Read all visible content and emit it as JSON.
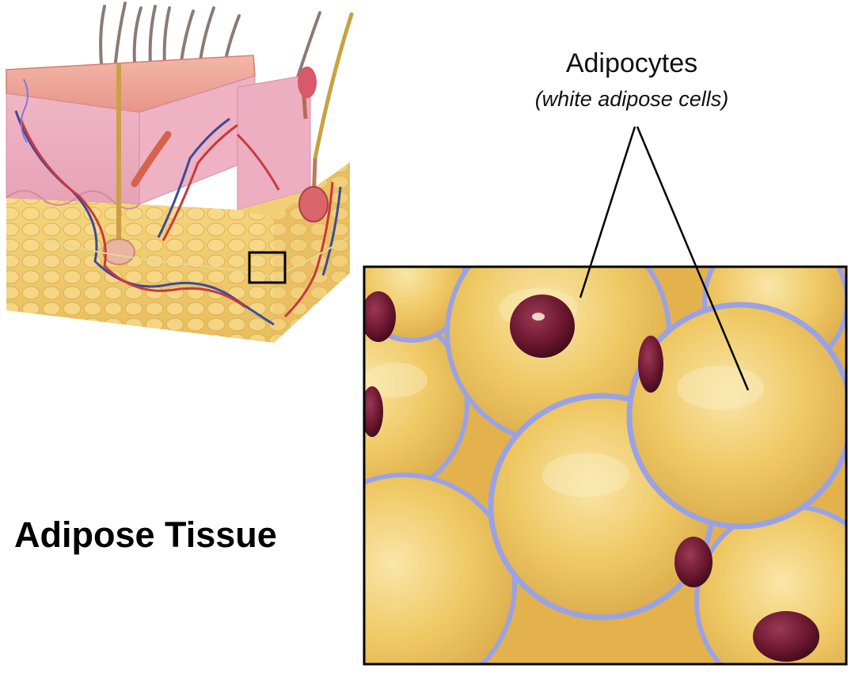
{
  "labels": {
    "cell_name": "Adipocytes",
    "cell_subtitle": "(white adipose cells)",
    "tissue_title": "Adipose Tissue"
  },
  "colors": {
    "fat": "#efc863",
    "fat_light": "#f6dc8c",
    "membrane": "#9aa2e6",
    "nucleus": "#6e1730",
    "skin_pink": "#eda9b6",
    "skin_outer": "#e69a86",
    "frame": "#000000"
  }
}
